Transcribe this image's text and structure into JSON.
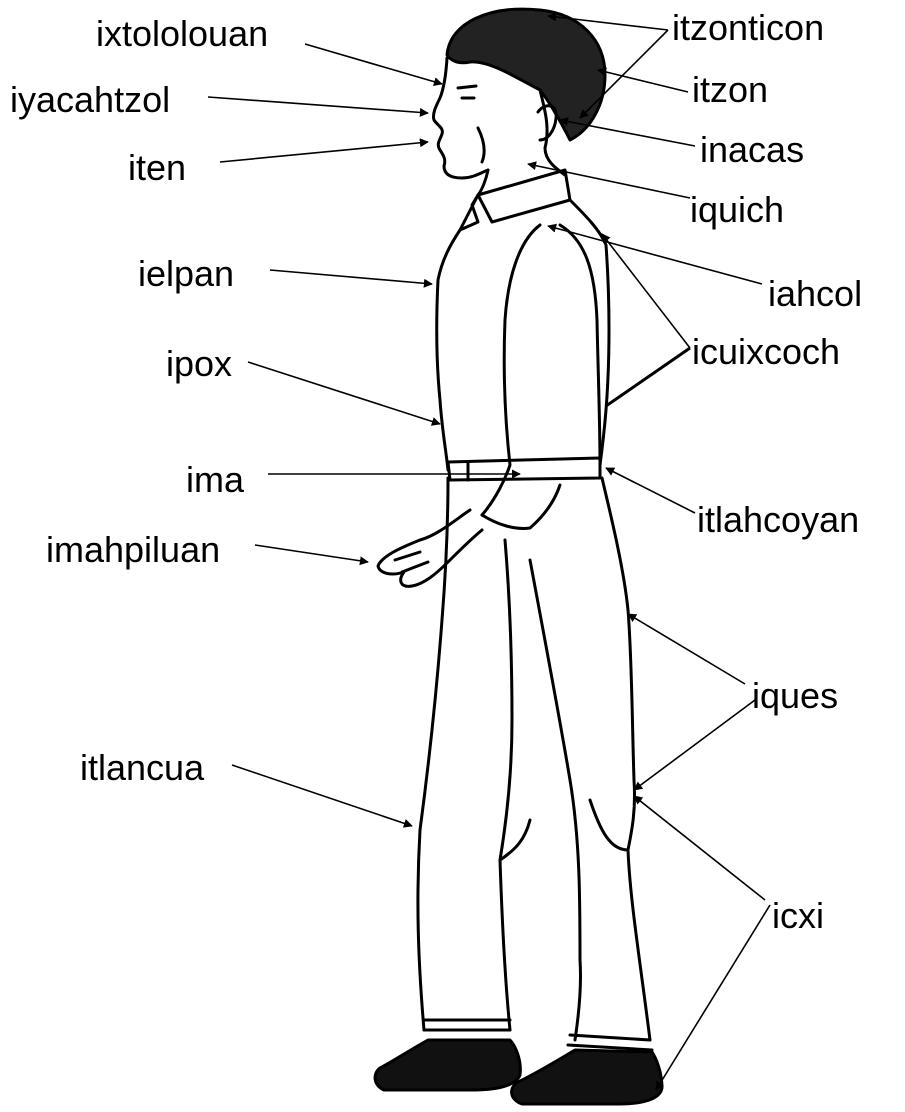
{
  "labels": {
    "ixtololouan": "ixtololouan",
    "iyacahtzol": "iyacahtzol",
    "iten": "iten",
    "ielpan": "ielpan",
    "ipox": "ipox",
    "ima": "ima",
    "imahpiluan": "imahpiluan",
    "itlancua": "itlancua",
    "itzonticon": "itzonticon",
    "itzon": "itzon",
    "inacas": "inacas",
    "iquich": "iquich",
    "iahcol": "iahcol",
    "icuixcoch": "icuixcoch",
    "itlahcoyan": "itlahcoyan",
    "iques": "iques",
    "icxi": "icxi"
  },
  "colors": {
    "ink": "#000000",
    "background": "#ffffff"
  }
}
